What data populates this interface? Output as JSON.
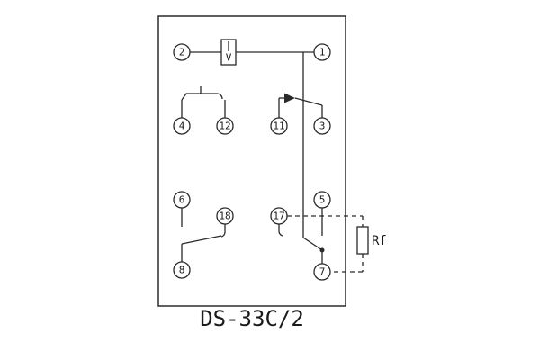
{
  "title": "DS-33C/2",
  "coil": {
    "label": "V"
  },
  "resistor": {
    "label": "Rf"
  },
  "terminals": {
    "t1": "1",
    "t2": "2",
    "t3": "3",
    "t4": "4",
    "t5": "5",
    "t6": "6",
    "t7": "7",
    "t8": "8",
    "t11": "11",
    "t12": "12",
    "t17": "17",
    "t18": "18"
  },
  "colors": {
    "line": "#2a2a2a",
    "background": "#ffffff"
  }
}
